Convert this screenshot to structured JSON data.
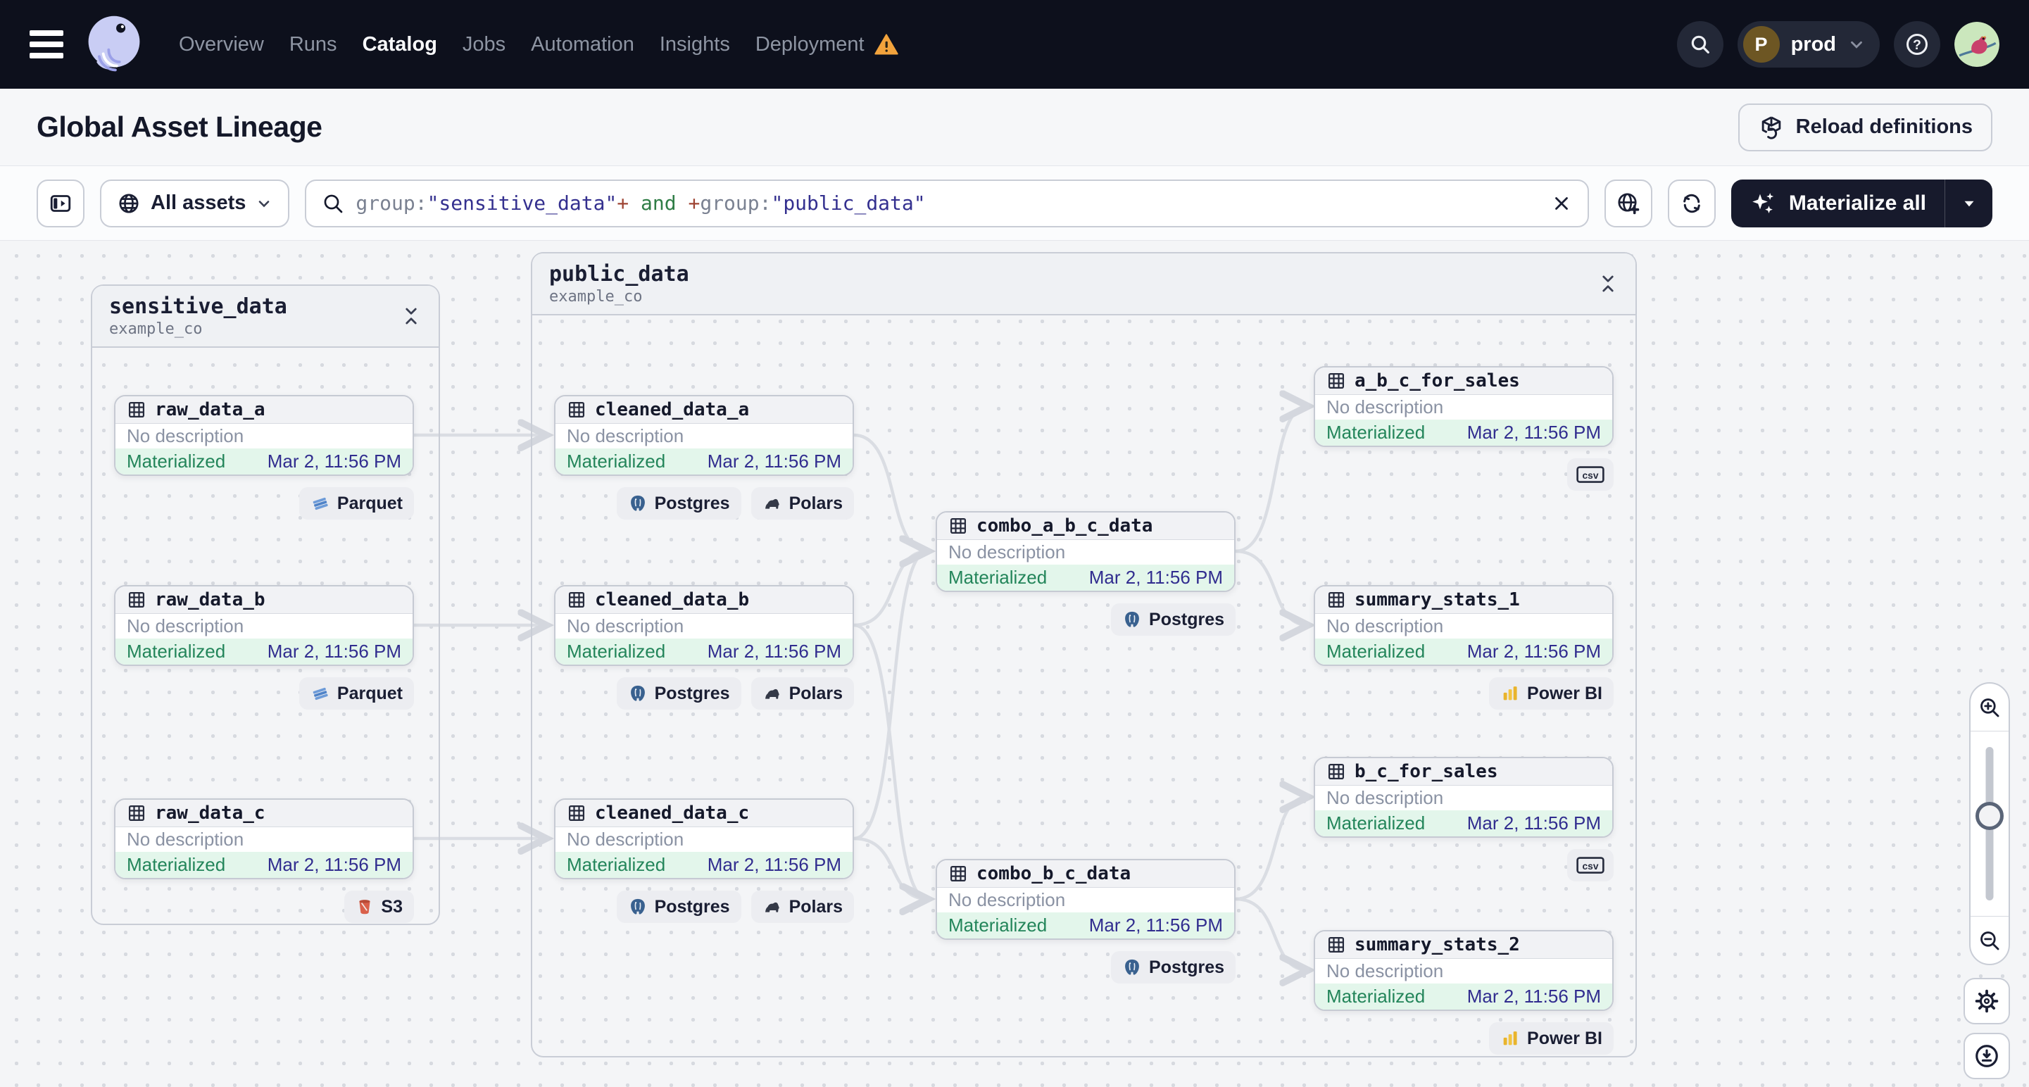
{
  "colors": {
    "topbar_bg": "#0D101C",
    "dark_button_bg": "#171A2C",
    "warning_orange": "#F2A33C",
    "status_green": "#23855A",
    "status_green_bg": "#E3F6EB",
    "timestamp_indigo": "#312D8F",
    "query_key": "#7A8191",
    "query_value": "#34308F",
    "query_op": "#9E4433",
    "query_and": "#2F7D46",
    "edge_gray": "#DADDE3"
  },
  "icons": [
    "hamburger-icon",
    "dagster-logo",
    "warning-triangle-icon",
    "search-icon",
    "chevron-down-icon",
    "help-icon",
    "user-avatar-image",
    "box-reload-icon",
    "panel-toggle-icon",
    "globe-icon",
    "magnifier-icon",
    "clear-x-icon",
    "globe-add-icon",
    "refresh-icon",
    "sparkles-icon",
    "table-icon",
    "collapse-group-icon",
    "parquet-icon",
    "s3-icon",
    "postgres-icon",
    "polars-icon",
    "csv-icon",
    "powerbi-icon",
    "zoom-in-icon",
    "zoom-out-icon",
    "gear-icon",
    "download-icon"
  ],
  "nav": {
    "items": [
      {
        "label": "Overview"
      },
      {
        "label": "Runs"
      },
      {
        "label": "Catalog"
      },
      {
        "label": "Jobs"
      },
      {
        "label": "Automation"
      },
      {
        "label": "Insights"
      },
      {
        "label": "Deployment"
      }
    ],
    "active": "Catalog",
    "deployment_env": {
      "initial": "P",
      "name": "prod"
    }
  },
  "page": {
    "title": "Global Asset Lineage",
    "reload_button": "Reload definitions"
  },
  "toolbar": {
    "scope_button": "All assets",
    "materialize_button": "Materialize all",
    "search": {
      "segments": [
        {
          "text": "group:",
          "type": "key"
        },
        {
          "text": "\"sensitive_data\"",
          "type": "value"
        },
        {
          "text": "+",
          "type": "op"
        },
        {
          "text": " and ",
          "type": "and"
        },
        {
          "text": "+",
          "type": "op"
        },
        {
          "text": "group:",
          "type": "key"
        },
        {
          "text": "\"public_data\"",
          "type": "value"
        }
      ]
    }
  },
  "graph": {
    "groups": [
      {
        "name": "sensitive_data",
        "repo": "example_co"
      },
      {
        "name": "public_data",
        "repo": "example_co"
      }
    ],
    "nodes": [
      {
        "label": "raw_data_a",
        "description": "No description",
        "status": "Materialized",
        "timestamp": "Mar 2, 11:56 PM",
        "tags": [
          {
            "label": "Parquet",
            "icon": "parquet-icon"
          }
        ]
      },
      {
        "label": "raw_data_b",
        "description": "No description",
        "status": "Materialized",
        "timestamp": "Mar 2, 11:56 PM",
        "tags": [
          {
            "label": "Parquet",
            "icon": "parquet-icon"
          }
        ]
      },
      {
        "label": "raw_data_c",
        "description": "No description",
        "status": "Materialized",
        "timestamp": "Mar 2, 11:56 PM",
        "tags": [
          {
            "label": "S3",
            "icon": "s3-icon"
          }
        ]
      },
      {
        "label": "cleaned_data_a",
        "description": "No description",
        "status": "Materialized",
        "timestamp": "Mar 2, 11:56 PM",
        "tags": [
          {
            "label": "Postgres",
            "icon": "postgres-icon"
          },
          {
            "label": "Polars",
            "icon": "polars-icon"
          }
        ]
      },
      {
        "label": "cleaned_data_b",
        "description": "No description",
        "status": "Materialized",
        "timestamp": "Mar 2, 11:56 PM",
        "tags": [
          {
            "label": "Postgres",
            "icon": "postgres-icon"
          },
          {
            "label": "Polars",
            "icon": "polars-icon"
          }
        ]
      },
      {
        "label": "cleaned_data_c",
        "description": "No description",
        "status": "Materialized",
        "timestamp": "Mar 2, 11:56 PM",
        "tags": [
          {
            "label": "Postgres",
            "icon": "postgres-icon"
          },
          {
            "label": "Polars",
            "icon": "polars-icon"
          }
        ]
      },
      {
        "label": "combo_a_b_c_data",
        "description": "No description",
        "status": "Materialized",
        "timestamp": "Mar 2, 11:56 PM",
        "tags": [
          {
            "label": "Postgres",
            "icon": "postgres-icon"
          }
        ]
      },
      {
        "label": "combo_b_c_data",
        "description": "No description",
        "status": "Materialized",
        "timestamp": "Mar 2, 11:56 PM",
        "tags": [
          {
            "label": "Postgres",
            "icon": "postgres-icon"
          }
        ]
      },
      {
        "label": "a_b_c_for_sales",
        "description": "No description",
        "status": "Materialized",
        "timestamp": "Mar 2, 11:56 PM",
        "tags": [
          {
            "label": "csv",
            "icon": "csv-icon"
          }
        ]
      },
      {
        "label": "summary_stats_1",
        "description": "No description",
        "status": "Materialized",
        "timestamp": "Mar 2, 11:56 PM",
        "tags": [
          {
            "label": "Power BI",
            "icon": "powerbi-icon"
          }
        ]
      },
      {
        "label": "b_c_for_sales",
        "description": "No description",
        "status": "Materialized",
        "timestamp": "Mar 2, 11:56 PM",
        "tags": [
          {
            "label": "csv",
            "icon": "csv-icon"
          }
        ]
      },
      {
        "label": "summary_stats_2",
        "description": "No description",
        "status": "Materialized",
        "timestamp": "Mar 2, 11:56 PM",
        "tags": [
          {
            "label": "Power BI",
            "icon": "powerbi-icon"
          }
        ]
      }
    ]
  }
}
